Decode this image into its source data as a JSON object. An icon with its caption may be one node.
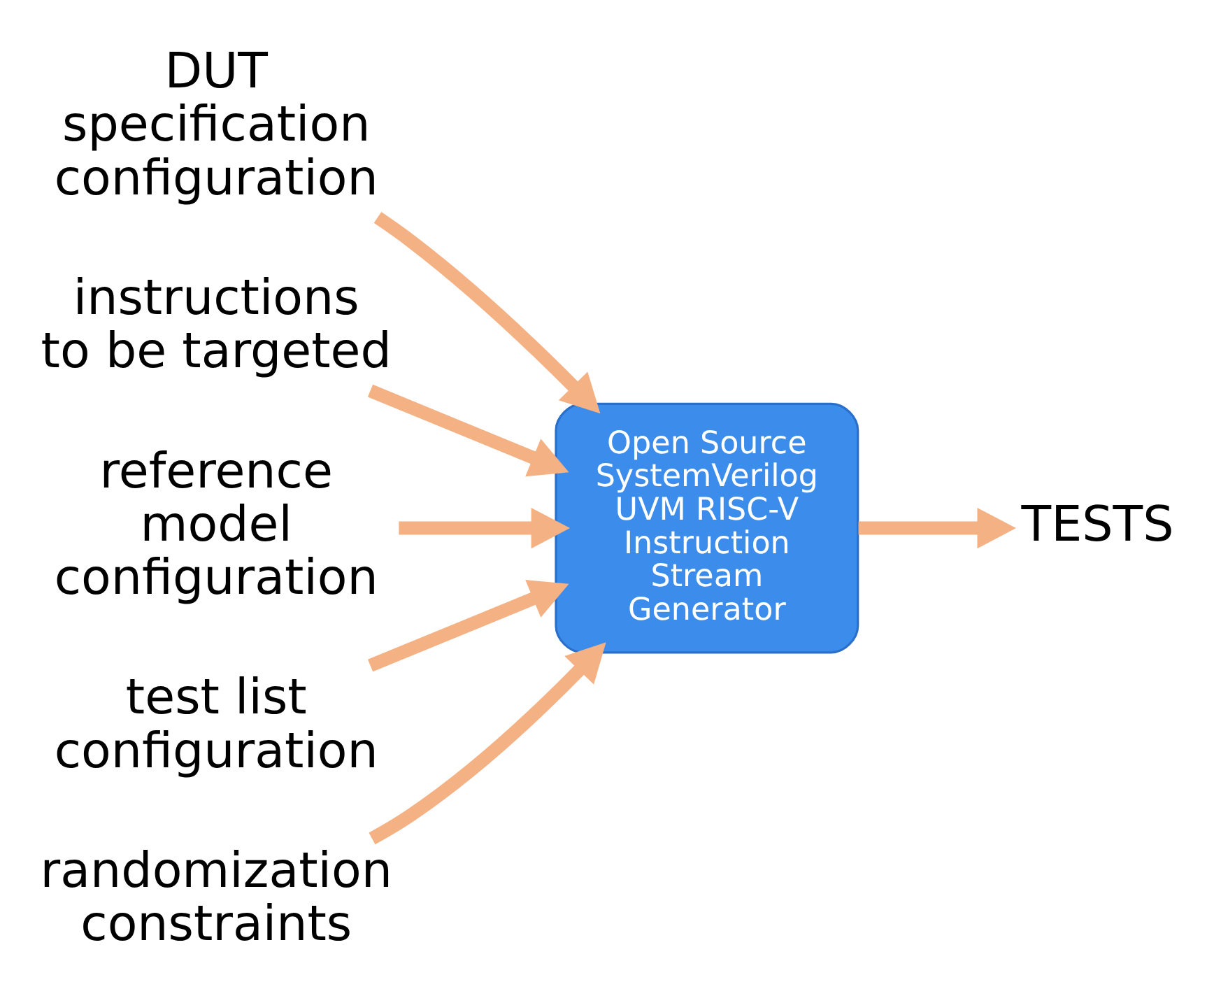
{
  "diagram": {
    "nodes": [
      {
        "text": [
          "DUT specification configuration"
        ]
      },
      {
        "text": [
          "instructions to be targeted"
        ]
      },
      {
        "text": [
          "Open Source SystemVerilog UVM RISC-V Instruction Stream Generator"
        ]
      },
      {
        "text": [
          "reference model configuration"
        ]
      },
      {
        "text": [
          "TESTS"
        ]
      },
      {
        "text": [
          "test list configuration"
        ]
      },
      {
        "text": [
          "randomization constraints"
        ]
      }
    ],
    "edges": [
      {
        "from": 0,
        "to": 2,
        "arrow": "to"
      },
      {
        "from": 1,
        "to": 2,
        "arrow": "to"
      },
      {
        "from": 3,
        "to": 2,
        "arrow": "to"
      },
      {
        "from": 2,
        "to": 4,
        "arrow": "to"
      },
      {
        "from": 5,
        "to": 2,
        "arrow": "to"
      },
      {
        "from": 6,
        "to": 2,
        "arrow": "to"
      }
    ]
  }
}
